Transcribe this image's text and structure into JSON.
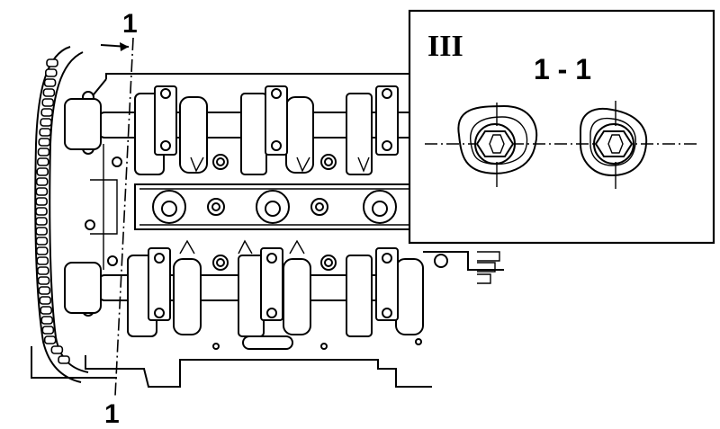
{
  "diagram": {
    "section_mark_top": "1",
    "section_mark_bottom": "1",
    "inset_view_label": "III",
    "inset_section_label": "1 - 1"
  }
}
